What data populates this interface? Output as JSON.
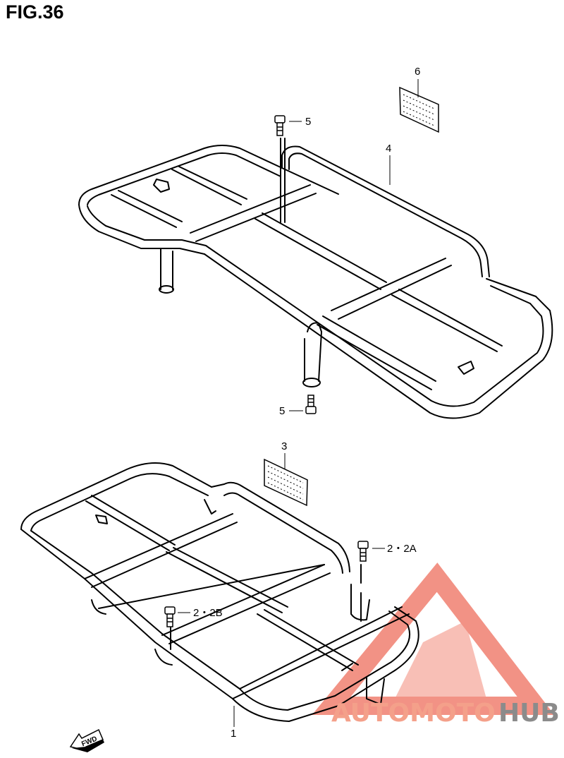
{
  "figure": {
    "title": "FIG.36"
  },
  "callouts": [
    {
      "id": "c6",
      "label": "6"
    },
    {
      "id": "c5a",
      "label": "5"
    },
    {
      "id": "c4",
      "label": "4"
    },
    {
      "id": "c5b",
      "label": "5"
    },
    {
      "id": "c3",
      "label": "3"
    },
    {
      "id": "c22a",
      "label": "2・2A"
    },
    {
      "id": "c22b",
      "label": "2・2B"
    },
    {
      "id": "c1",
      "label": "1"
    }
  ],
  "fwd": {
    "label": "FWD"
  },
  "watermark": {
    "part1": "AUTOMOTO",
    "part2": "HUB",
    "color_light": "#f4a08a",
    "color_dark": "#8b8b8b",
    "logo_color": "#f08070"
  }
}
